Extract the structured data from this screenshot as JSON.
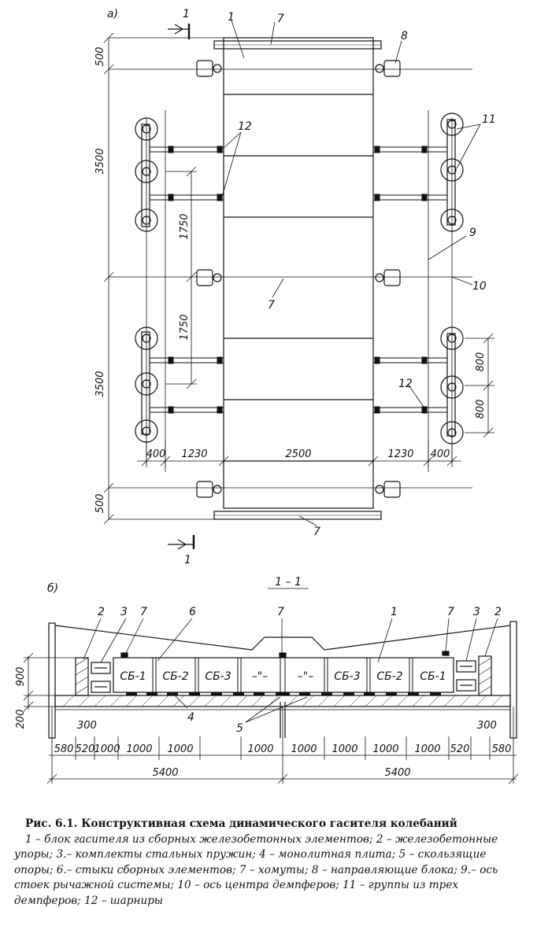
{
  "plan": {
    "panel_label": "а)",
    "section_marks": [
      "1",
      "1"
    ],
    "dims_left": [
      "500",
      "3500",
      "1750",
      "1750",
      "3500",
      "500"
    ],
    "dims_bottom": [
      "400",
      "1230",
      "2500",
      "1230",
      "400"
    ],
    "dims_right": [
      "800",
      "800"
    ],
    "callouts": {
      "top_7": "7",
      "top_1": "1",
      "top_8": "8",
      "c12a": "12",
      "c12b": "12",
      "c11": "11",
      "c9": "9",
      "c10": "10",
      "mid_7": "7",
      "bot_7": "7"
    }
  },
  "section": {
    "panel_label": "б)",
    "title": "1 – 1",
    "blocks": [
      "СБ-1",
      "СБ-2",
      "СБ-3",
      "–\"–",
      "–\"–",
      "СБ-3",
      "СБ-2",
      "СБ-1"
    ],
    "dims_left": [
      "900",
      "200"
    ],
    "dims_300": [
      "300",
      "300"
    ],
    "dims_row": [
      "580",
      "520",
      "1000",
      "1000",
      "1000",
      "1000",
      "1000",
      "1000",
      "1000",
      "1000",
      "520",
      "580"
    ],
    "dims_total": [
      "5400",
      "5400"
    ],
    "callouts": {
      "c2l": "2",
      "c3l": "3",
      "c7l": "7",
      "c6": "6",
      "c7m": "7",
      "c1": "1",
      "c7r": "7",
      "c3r": "3",
      "c2r": "2",
      "c4": "4",
      "c5": "5"
    }
  },
  "caption": {
    "title": "Рис. 6.1. Конструктивная схема динамического гасителя колебаний",
    "body": "1 – блок гасителя из сборных железобетонных элементов; 2 – железобетонные упоры; 3.– комплекты стальных пружин; 4 – монолитная плита; 5 – скользящие опоры; 6.– стыки сборных элементов; 7 – хомуты; 8 – направляющие блока; 9.– ось стоек рычажной системы; 10 – ось центра демпферов; 11 – группы из трех демпферов; 12 – шарниры"
  }
}
